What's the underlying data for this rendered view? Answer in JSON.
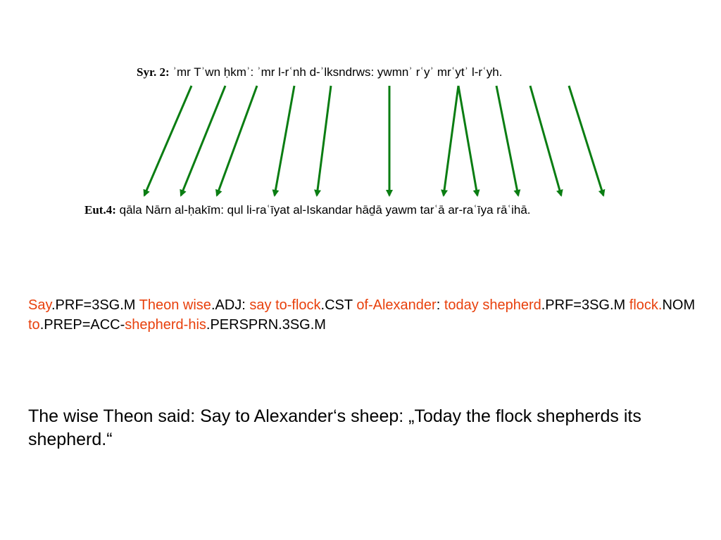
{
  "syriac": {
    "label": "Syr. 2:",
    "text": "ʾmr Tʾwn ḥkmʾ: ʾmr l-rʿnh d-ʾlksndrws: ywmnʾ rʿyʾ mrʿytʾ l-rʿyh."
  },
  "ethiopic": {
    "label": "Eut.4:",
    "text": "qāla Nārn al-ḥakīm: qul li-raʿīyat al-Iskandar hāḏā yawm tarʿā ar-raʿīya rāʿihā."
  },
  "arrow_color": "#0a7d12",
  "highlight_color": "#e8400c",
  "gloss": [
    {
      "text": "Say",
      "highlight": true
    },
    {
      "text": ".PRF=3SG.M ",
      "highlight": false
    },
    {
      "text": "Theon wise",
      "highlight": true
    },
    {
      "text": ".ADJ: ",
      "highlight": false
    },
    {
      "text": "say to-flock",
      "highlight": true
    },
    {
      "text": ".CST ",
      "highlight": false
    },
    {
      "text": "of-Alexander",
      "highlight": true
    },
    {
      "text": ": ",
      "highlight": false
    },
    {
      "text": "today shepherd",
      "highlight": true
    },
    {
      "text": ".PRF=3SG.M ",
      "highlight": false
    },
    {
      "text": "flock.",
      "highlight": true
    },
    {
      "text": "NOM ",
      "highlight": false
    },
    {
      "text": "to",
      "highlight": true
    },
    {
      "text": ".PREP=ACC-",
      "highlight": false
    },
    {
      "text": "shepherd-his",
      "highlight": true
    },
    {
      "text": ".PERSPRN.3SG.M",
      "highlight": false
    }
  ],
  "translation": "The wise Theon said: Say to Alexander‘s sheep: „Today the flock shepherds its shepherd.“"
}
